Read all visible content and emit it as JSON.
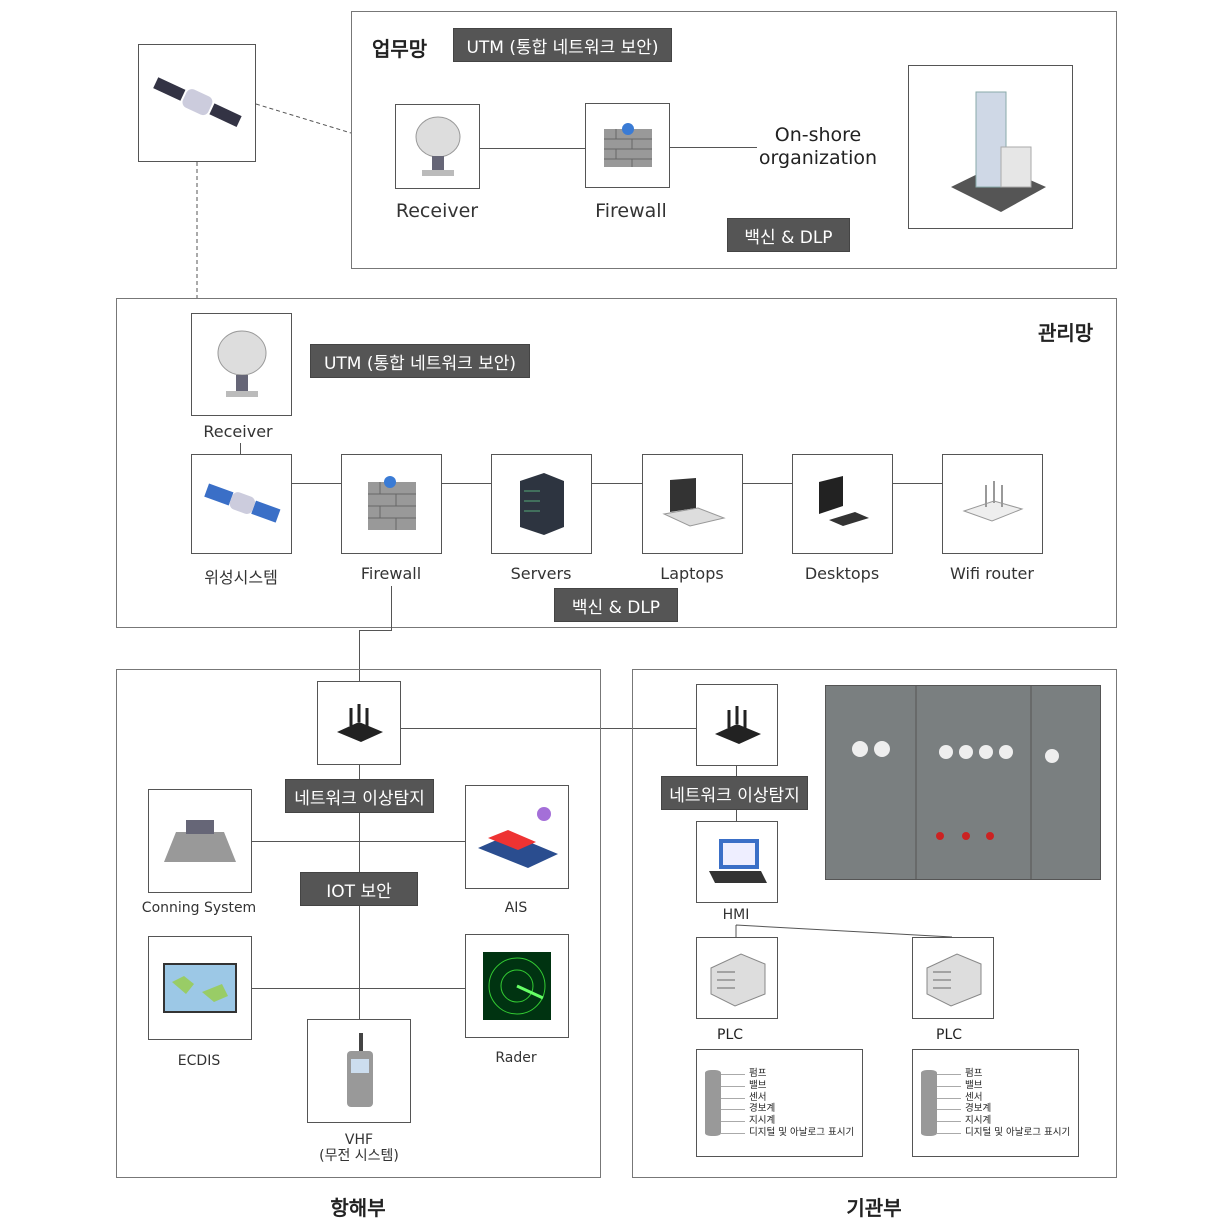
{
  "business_net": {
    "title": "업무망",
    "utm": "UTM (통합 네트워크 보안)",
    "receiver": "Receiver",
    "firewall": "Firewall",
    "onshore": "On-shore organization",
    "vaccine": "백신 & DLP"
  },
  "mgmt_net": {
    "title": "관리망",
    "utm": "UTM (통합 네트워크 보안)",
    "receiver": "Receiver",
    "vaccine": "백신 & DLP",
    "items": [
      "위성시스템",
      "Firewall",
      "Servers",
      "Laptops",
      "Desktops",
      "Wifi router"
    ]
  },
  "navigation": {
    "title": "항해부",
    "anomaly": "네트워크 이상탐지",
    "iot": "IOT 보안",
    "conning": "Conning System",
    "ais": "AIS",
    "ecdis": "ECDIS",
    "radar": "Rader",
    "vhf": "VHF",
    "vhf_sub": "(무전 시스템)"
  },
  "engine": {
    "title": "기관부",
    "anomaly": "네트워크 이상탐지",
    "hmi": "HMI",
    "plc": [
      "PLC",
      "PLC"
    ],
    "plc_items": [
      "펌프",
      "밸브",
      "센서",
      "경보계",
      "지시계",
      "디지털 및 아날로그 표시기"
    ]
  }
}
